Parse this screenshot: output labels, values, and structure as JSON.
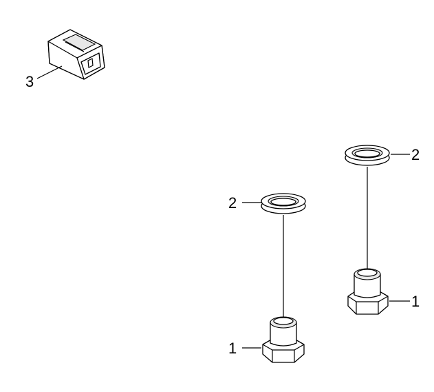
{
  "callouts": {
    "plug_connector": "3",
    "gasket_right": "2",
    "gasket_left": "2",
    "plug_right": "1",
    "plug_left": "1"
  }
}
